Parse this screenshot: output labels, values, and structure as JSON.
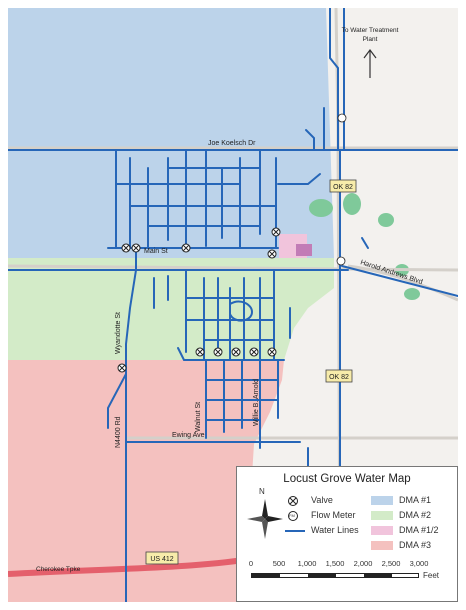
{
  "map": {
    "title": "Locust Grove Water Map",
    "annotation_treatment": [
      "To Water Treatment",
      "Plant"
    ],
    "streets": {
      "joe_koelsch": "Joe Koelsch Dr",
      "main": "Main St",
      "harold_andrews": "Harold Andrews Blvd",
      "wyandotte": "Wyandotte St",
      "n4400": "N4400 Rd",
      "walnut": "Walnut St",
      "willie_b": "Willie B. Arnold",
      "ewing": "Ewing Ave",
      "cherokee": "Cherokee Tpke"
    },
    "shields": {
      "ok82_top": "OK 82",
      "ok82_mid": "OK 82",
      "us412": "US 412"
    },
    "colors": {
      "dma1": "#bcd3ea",
      "dma2": "#d3ebc8",
      "dma12": "#f1c4dc",
      "dma3": "#f4c1bf",
      "water": "#2666b8",
      "road": "#d4d0ca",
      "highway": "#e4606c"
    }
  },
  "legend": {
    "title": "Locust Grove Water Map",
    "north": "N",
    "items": [
      {
        "label": "Valve",
        "symbol": "valve-icon"
      },
      {
        "label": "Flow Meter",
        "symbol": "flow-meter-icon",
        "glyph": "FM"
      },
      {
        "label": "Water Lines",
        "symbol": "water-line"
      },
      {
        "label": "DMA #1",
        "color": "#bcd3ea"
      },
      {
        "label": "DMA #2",
        "color": "#d3ebc8"
      },
      {
        "label": "DMA #1/2",
        "color": "#f1c4dc"
      },
      {
        "label": "DMA #3",
        "color": "#f4c1bf"
      }
    ],
    "scale": {
      "ticks": [
        "0",
        "500",
        "1,000",
        "1,500",
        "2,000",
        "2,500",
        "3,000"
      ],
      "unit": "Feet"
    }
  }
}
